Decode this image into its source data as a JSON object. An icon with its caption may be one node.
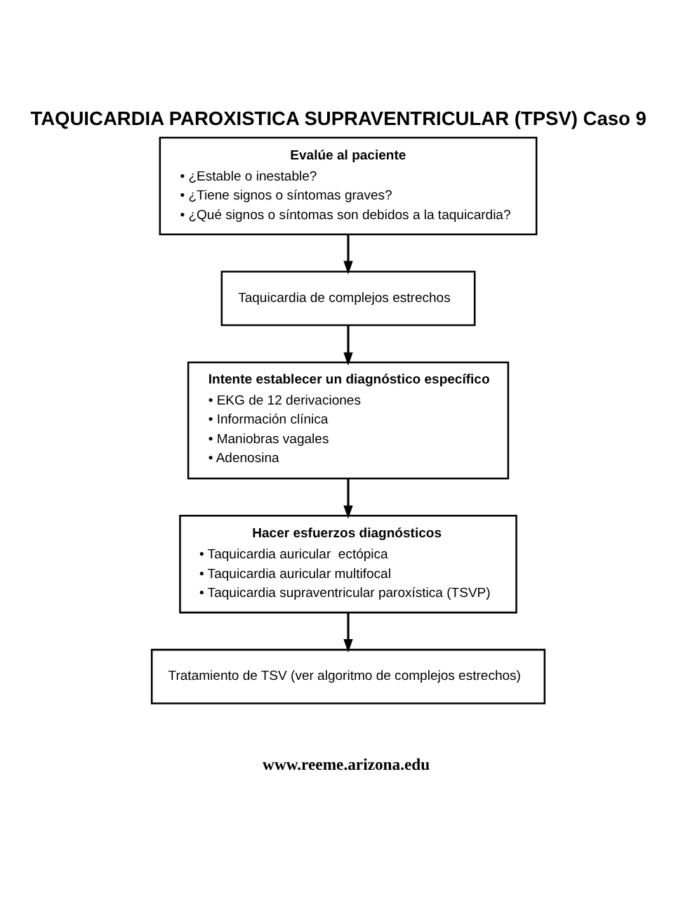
{
  "diagram": {
    "title": "TAQUICARDIA PAROXISTICA SUPRAVENTRICULAR (TPSV) Caso 9",
    "nodes": [
      {
        "text": [
          "Evalúe al paciente",
          "• ¿Estable o inestable?",
          "• ¿Tiene signos o síntomas graves?",
          "• ¿Qué signos o síntomas son debidos a la taquicardia?"
        ]
      },
      {
        "text": [
          "Taquicardia de complejos estrechos"
        ]
      },
      {
        "text": [
          "Intente establecer un diagnóstico específico",
          "• EKG de 12 derivaciones",
          "• Información clínica",
          "• Maniobras vagales",
          "• Adenosina"
        ]
      },
      {
        "text": [
          "Hacer esfuerzos diagnósticos",
          "• Taquicardia auricular  ectópica",
          "• Taquicardia auricular multifocal",
          "• Taquicardia supraventricular paroxística (TSVP)"
        ]
      },
      {
        "text": [
          "Tratamiento de TSV (ver algoritmo de complejos estrechos)"
        ]
      }
    ],
    "edges": [
      {
        "from": 0,
        "to": 1,
        "arrow": "to"
      },
      {
        "from": 1,
        "to": 2,
        "arrow": "to"
      },
      {
        "from": 2,
        "to": 3,
        "arrow": "to"
      },
      {
        "from": 3,
        "to": 4,
        "arrow": "to"
      }
    ],
    "labels": [
      "www.reeme.arizona.edu"
    ]
  }
}
